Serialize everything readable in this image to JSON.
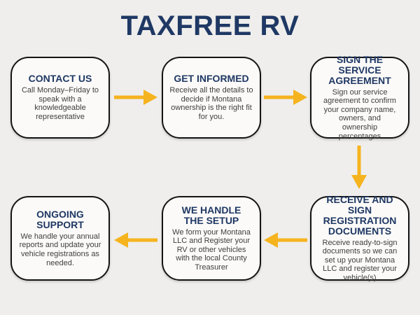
{
  "title": "TAXFREE RV",
  "colors": {
    "background": "#EFEEEC",
    "box_fill": "#FBFAF8",
    "box_border": "#141414",
    "heading_navy": "#1F3864",
    "body_text": "#3E3E3E",
    "arrow_yellow": "#F5B31E"
  },
  "steps": [
    {
      "heading": "CONTACT US",
      "body": "Call Monday–Friday to speak with a knowledgeable representative"
    },
    {
      "heading": "GET INFORMED",
      "body": "Receive all the details to decide if Montana ownership is the right fit for you."
    },
    {
      "heading": "SIGN THE SERVICE AGREEMENT",
      "body": "Sign our service agreement to confirm your company name, owners, and ownership percentages"
    },
    {
      "heading": "RECEIVE AND SIGN REGISTRATION DOCUMENTS",
      "body": "Receive ready-to-sign documents so we can set up your Montana LLC and register your vehicle(s)"
    },
    {
      "heading": "WE HANDLE THE SETUP",
      "body": "We form your Montana LLC and Register your RV or other vehicles with the local County Treasurer"
    },
    {
      "heading": "ONGOING SUPPORT",
      "body": "We handle your annual reports and update your vehicle registrations as needed."
    }
  ],
  "flow_directions": [
    "right",
    "right",
    "down",
    "left",
    "left"
  ]
}
